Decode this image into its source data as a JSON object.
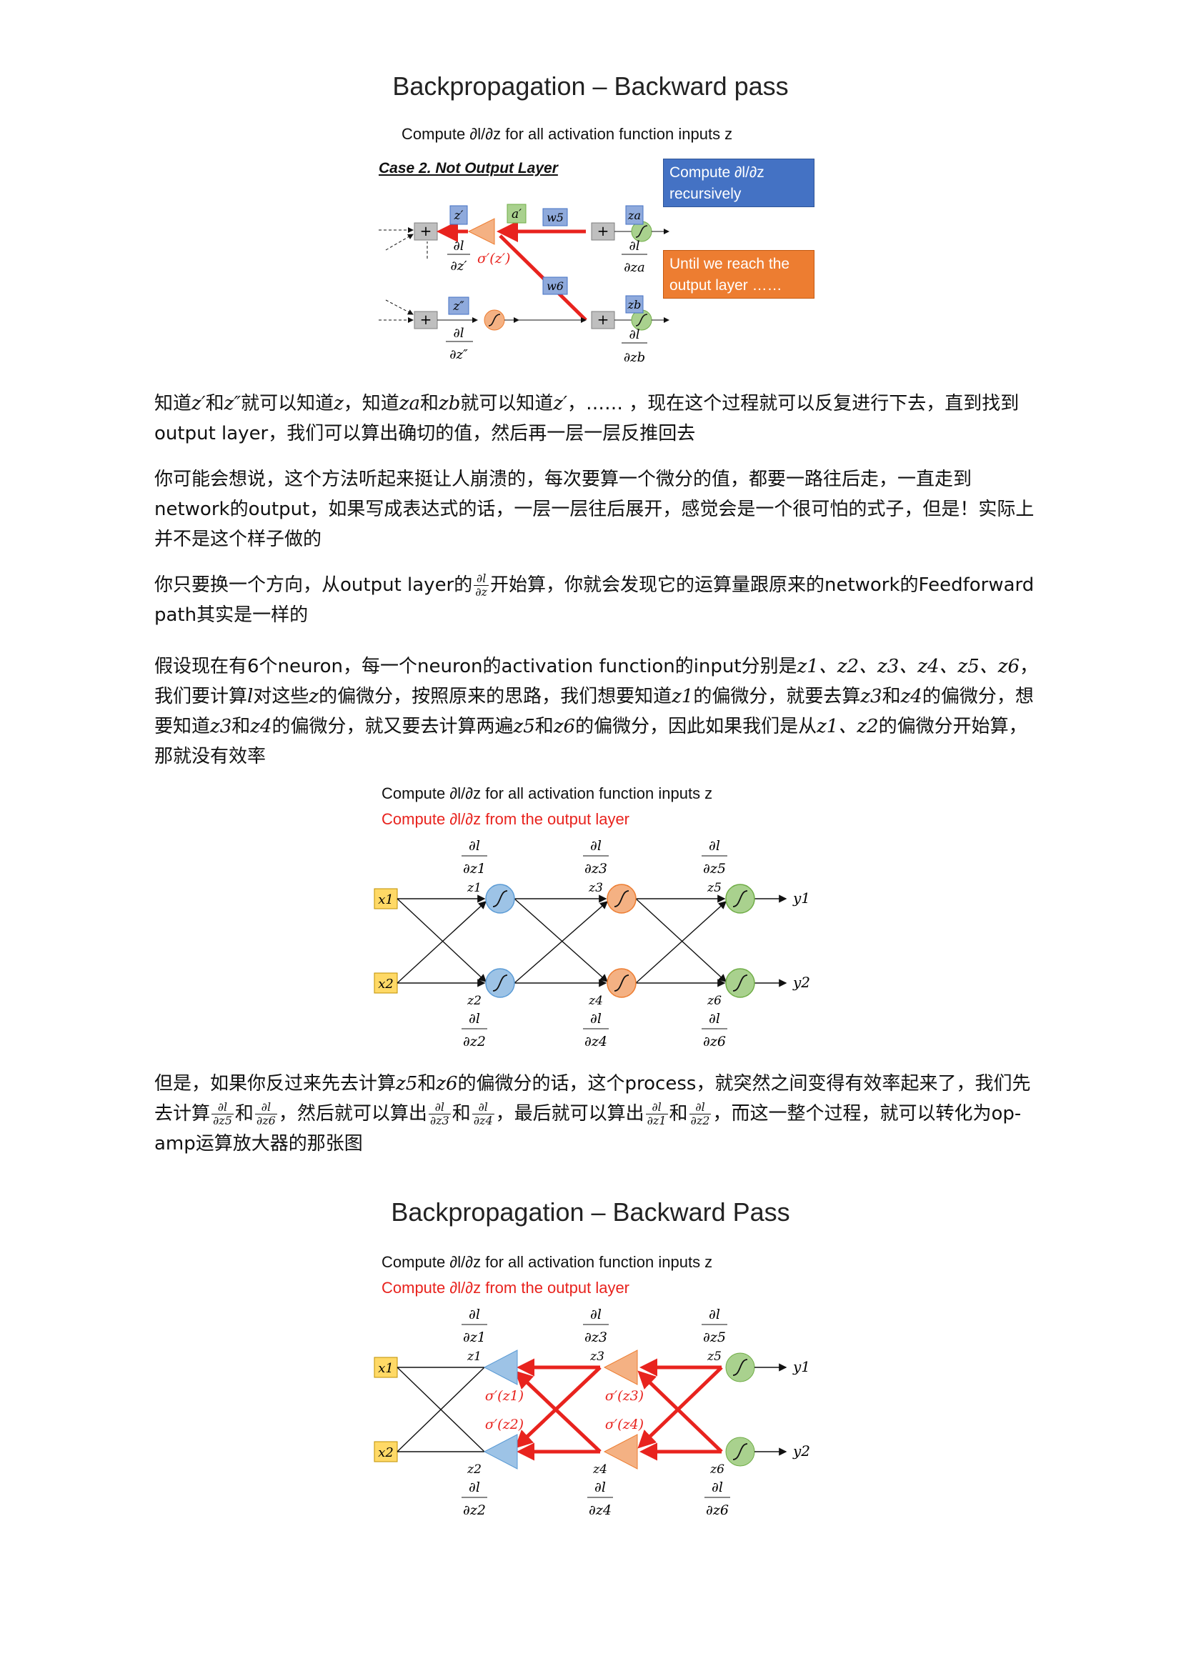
{
  "slide1": {
    "title": "Backpropagation – Backward pass",
    "subtitle": "Compute ∂l/∂z for all activation function inputs z",
    "case_label": "Case 2. Not Output Layer",
    "box_recursive": "Compute ∂l/∂z recursively",
    "box_until": "Until we reach the output layer ……",
    "labels": {
      "z_prime": "z′",
      "a_prime": "a′",
      "w5": "w5",
      "w6": "w6",
      "za": "za",
      "zb": "zb",
      "z_dprime": "z″",
      "sigma_prime": "σ′(z′)",
      "dl_num": "∂l",
      "dz_prime": "∂z′",
      "dz_dprime": "∂z″",
      "dz_a": "∂za",
      "dz_b": "∂zb",
      "plus": "+"
    }
  },
  "paragraphs": {
    "p1_a": "知道",
    "p1_m1": "z′",
    "p1_b": "和",
    "p1_m2": "z″",
    "p1_c": "就可以知道",
    "p1_m3": "z",
    "p1_d": "，知道",
    "p1_m4": "za",
    "p1_e": "和",
    "p1_m5": "zb",
    "p1_f": "就可以知道",
    "p1_m6": "z′",
    "p1_g": "，…… ，现在这个过程就可以反复进行下去，直到找到output layer，我们可以算出确切的值，然后再一层一层反推回去",
    "p2": "你可能会想说，这个方法听起来挺让人崩溃的，每次要算一个微分的值，都要一路往后走，一直走到network的output，如果写成表达式的话，一层一层往后展开，感觉会是一个很可怕的式子，但是！实际上并不是这个样子做的",
    "p3_a": "你只要换一个方向，从output layer的",
    "p3_frac_num": "∂l",
    "p3_frac_den": "∂z",
    "p3_b": "开始算，你就会发现它的运算量跟原来的network的Feedforward path其实是一样的",
    "p4_a": "假设现在有6个neuron，每一个neuron的activation function的input分别是",
    "p4_m1": "z1、z2、z3、z4、z5、z6",
    "p4_b": "，我们要计算",
    "p4_m2": "l",
    "p4_c": "对这些",
    "p4_m3": "z",
    "p4_d": "的偏微分，按照原来的思路，我们想要知道",
    "p4_m4": "z1",
    "p4_e": "的偏微分，就要去算",
    "p4_m5": "z3",
    "p4_f": "和",
    "p4_m6": "z4",
    "p4_g": "的偏微分，想要知道",
    "p4_m7": "z3",
    "p4_h": "和",
    "p4_m8": "z4",
    "p4_i": "的偏微分，就又要去计算两遍",
    "p4_m9": "z5",
    "p4_j": "和",
    "p4_m10": "z6",
    "p4_k": "的偏微分，因此如果我们是从",
    "p4_m11": "z1、z2",
    "p4_l": "的偏微分开始算，那就没有效率",
    "p5_a": "但是，如果你反过来先去计算",
    "p5_m1": "z5",
    "p5_b": "和",
    "p5_m2": "z6",
    "p5_c": "的偏微分的话，这个process，就突然之间变得有效率起来了，我们先去计算",
    "p5_f1n": "∂l",
    "p5_f1d": "∂z5",
    "p5_d": "和",
    "p5_f2n": "∂l",
    "p5_f2d": "∂z6",
    "p5_e": "，然后就可以算出",
    "p5_f3n": "∂l",
    "p5_f3d": "∂z3",
    "p5_f": "和",
    "p5_f4n": "∂l",
    "p5_f4d": "∂z4",
    "p5_g": "，最后就可以算出",
    "p5_f5n": "∂l",
    "p5_f5d": "∂z1",
    "p5_h": "和",
    "p5_f6n": "∂l",
    "p5_f6d": "∂z2",
    "p5_i": "，而这一整个过程，就可以转化为op-amp运算放大器的那张图"
  },
  "slide2": {
    "line1": "Compute ∂l/∂z for all activation function inputs z",
    "line2": "Compute ∂l/∂z from the output layer",
    "x1": "x1",
    "x2": "x2",
    "y1": "y1",
    "y2": "y2",
    "z1": "z1",
    "z2": "z2",
    "z3": "z3",
    "z4": "z4",
    "z5": "z5",
    "z6": "z6",
    "dl": "∂l",
    "dz1": "∂z1",
    "dz2": "∂z2",
    "dz3": "∂z3",
    "dz4": "∂z4",
    "dz5": "∂z5",
    "dz6": "∂z6"
  },
  "slide3": {
    "title": "Backpropagation – Backward Pass",
    "line1": "Compute ∂l/∂z for all activation function inputs z",
    "line2": "Compute ∂l/∂z from the output layer",
    "x1": "x1",
    "x2": "x2",
    "y1": "y1",
    "y2": "y2",
    "z1": "z1",
    "z2": "z2",
    "z3": "z3",
    "z4": "z4",
    "z5": "z5",
    "z6": "z6",
    "dl": "∂l",
    "dz1": "∂z1",
    "dz2": "∂z2",
    "dz3": "∂z3",
    "dz4": "∂z4",
    "dz5": "∂z5",
    "dz6": "∂z6",
    "s1": "σ′(z1)",
    "s2": "σ′(z2)",
    "s3": "σ′(z3)",
    "s4": "σ′(z4)"
  },
  "colors": {
    "red": "#e8231e",
    "blue_node": "#9dc3e6",
    "orange_node": "#f4b183",
    "green_node": "#a9d18e",
    "label_blue": "#8faadc",
    "label_green": "#a9d18e",
    "input_yellow": "#ffd966"
  }
}
